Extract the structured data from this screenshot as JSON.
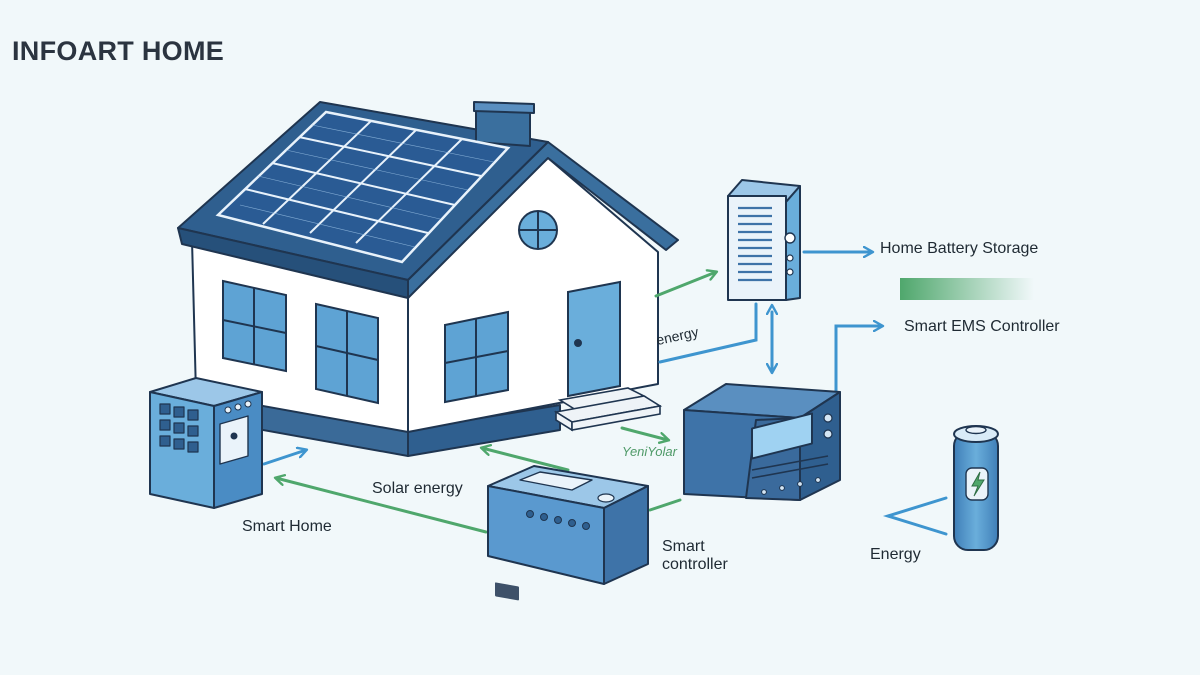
{
  "page": {
    "title": "INFOART HOME"
  },
  "labels": {
    "home_battery_storage": "Home Battery Storage",
    "smart_ems_controller": "Smart EMS Controller",
    "energy_arrow": "energy",
    "solar_energy": "Solar energy",
    "smart_home": "Smart Home",
    "smart_controller": "Smart\ncontroller",
    "energy": "Energy",
    "yeninolar": "YeniYolar"
  },
  "colors": {
    "background": "#f1f8fa",
    "roof": "#2f5f8f",
    "house_wall": "#ffffff",
    "device_blue": "#4a8cc4",
    "device_dark": "#3e73a8",
    "arrow_blue": "#3e95cf",
    "arrow_green": "#4fa76c",
    "window_glass": "#6aaedb"
  },
  "icons": {
    "solar_panel": "solar-panel-icon",
    "battery": "battery-icon",
    "inverter": "inverter-icon",
    "controller": "controller-icon",
    "home_battery": "home-battery-icon"
  }
}
